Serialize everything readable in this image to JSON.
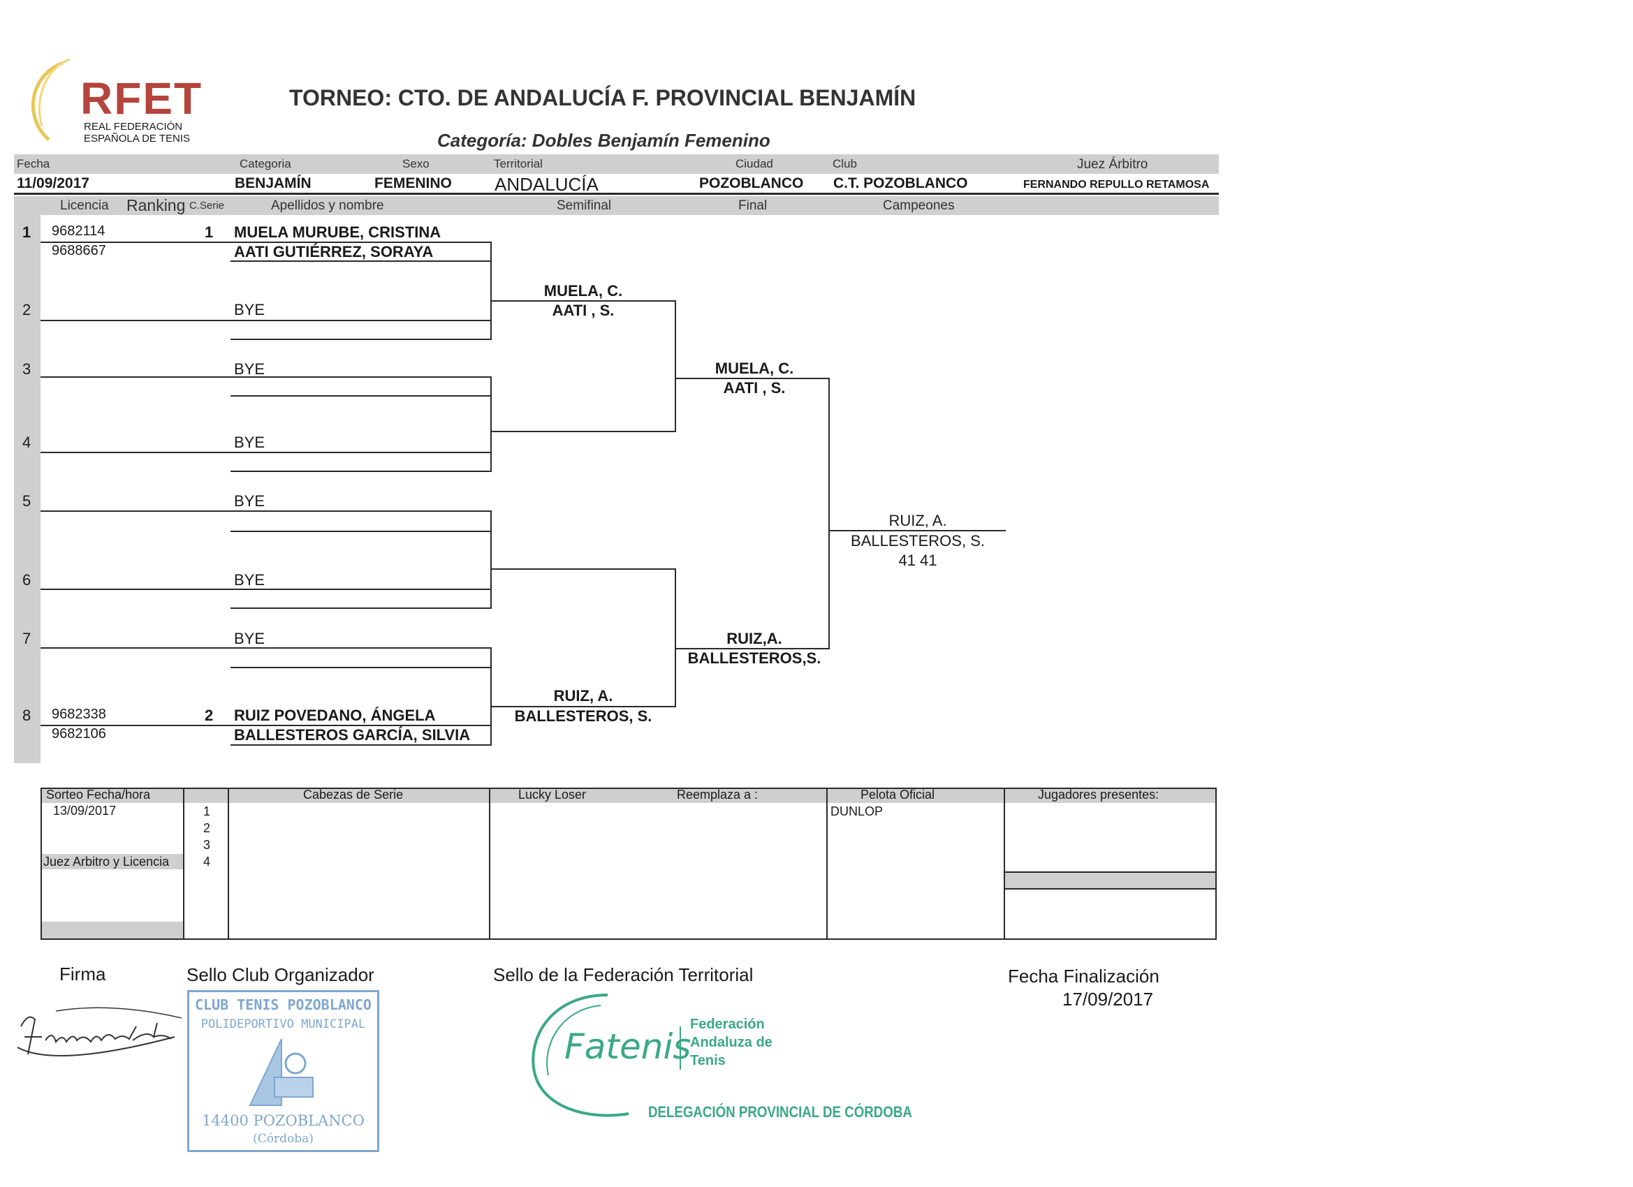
{
  "header": {
    "logo_text": "RFET",
    "logo_sub1": "REAL FEDERACIÓN",
    "logo_sub2": "ESPAÑOLA DE TENIS",
    "tournament": "TORNEO:  CTO. DE ANDALUCÍA F. PROVINCIAL BENJAMÍN",
    "category_line": "Categoría:  Dobles Benjamín Femenino"
  },
  "info": {
    "labels": {
      "fecha": "Fecha",
      "categoria": "Categoria",
      "sexo": "Sexo",
      "territorial": "Territorial",
      "ciudad": "Ciudad",
      "club": "Club",
      "juez": "Juez Árbitro"
    },
    "values": {
      "fecha": "11/09/2017",
      "categoria": "BENJAMÍN",
      "sexo": "FEMENINO",
      "territorial": "ANDALUCÍA",
      "ciudad": "POZOBLANCO",
      "club": "C.T. POZOBLANCO",
      "juez": "FERNANDO REPULLO RETAMOSA"
    }
  },
  "columns": {
    "licencia": "Licencia",
    "ranking": "Ranking",
    "cserie": "C.Serie",
    "nombre": "Apellidos y nombre",
    "semifinal": "Semifinal",
    "final": "Final",
    "campeones": "Campeones"
  },
  "draw": [
    {
      "pos": "1",
      "lic1": "9682114",
      "lic2": "9688667",
      "seed": "1",
      "p1": "MUELA MURUBE, CRISTINA",
      "p2": "AATI GUTIÉRREZ, SORAYA"
    },
    {
      "pos": "2",
      "p1": "BYE"
    },
    {
      "pos": "3",
      "p1": "BYE"
    },
    {
      "pos": "4",
      "p1": "BYE"
    },
    {
      "pos": "5",
      "p1": "BYE"
    },
    {
      "pos": "6",
      "p1": "BYE"
    },
    {
      "pos": "7",
      "p1": "BYE"
    },
    {
      "pos": "8",
      "lic1": "9682338",
      "lic2": "9682106",
      "seed": "2",
      "p1": "RUIZ POVEDANO, ÁNGELA",
      "p2": "BALLESTEROS GARCÍA, SILVIA"
    }
  ],
  "semifinal": {
    "top1": "MUELA, C.",
    "top2": "AATI , S.",
    "bot1": "RUIZ, A.",
    "bot2": "BALLESTEROS, S."
  },
  "final": {
    "top1": "MUELA, C.",
    "top2": "AATI , S.",
    "bot1": "RUIZ,A.",
    "bot2": "BALLESTEROS,S."
  },
  "champion": {
    "l1": "RUIZ, A.",
    "l2": "BALLESTEROS, S.",
    "score": "41 41"
  },
  "bottom": {
    "sorteo_label": "Sorteo Fecha/hora",
    "sorteo_date": "13/09/2017",
    "juez_label": "Juez Arbitro y Licencia",
    "seeds": [
      "1",
      "2",
      "3",
      "4"
    ],
    "cabezas": "Cabezas de Serie",
    "lucky": "Lucky Loser",
    "reemplaza": "Reemplaza a :",
    "pelota": "Pelota Oficial",
    "pelota_val": "DUNLOP",
    "jugadores": "Jugadores presentes:"
  },
  "footer": {
    "firma": "Firma",
    "sello_club": "Sello Club Organizador",
    "sello_fed": "Sello de la Federación Territorial",
    "fecha_fin": "Fecha Finalización",
    "fecha_fin_val": "17/09/2017",
    "stamp_club": {
      "l1": "CLUB TENIS POZOBLANCO",
      "l2": "POLIDEPORTIVO MUNICIPAL",
      "l3": "14400 POZOBLANCO",
      "l4": "(Córdoba)"
    },
    "stamp_fed": {
      "brand": "Fatenis",
      "l1": "Federación",
      "l2": "Andaluza de",
      "l3": "Tenis",
      "l4": "DELEGACIÓN PROVINCIAL DE CÓRDOBA"
    }
  },
  "colors": {
    "logo_red": "#b5443c",
    "stamp_blue": "#7fa7cf",
    "stamp_green": "#3aa886"
  }
}
